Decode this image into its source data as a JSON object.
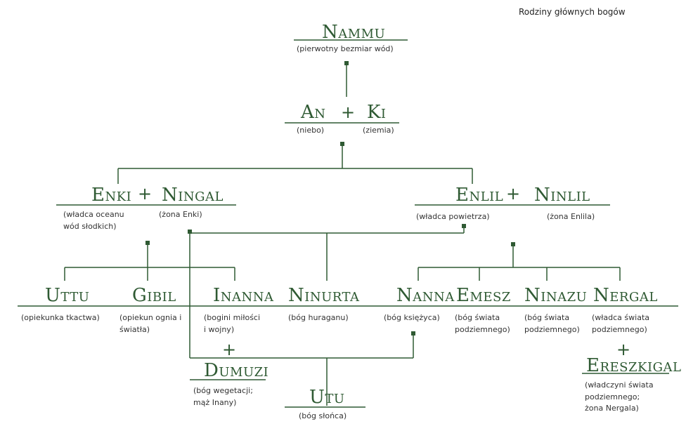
{
  "title": "Rodziny głównych bogów",
  "colors": {
    "line": "#2f5a33",
    "name": "#2f5a33",
    "desc": "#333333"
  },
  "plus": "+",
  "nodes": {
    "nammu": {
      "name": "Nammu",
      "desc": [
        "(pierwotny bezmiar wód)"
      ]
    },
    "an": {
      "name": "An",
      "desc": [
        "(niebo)"
      ]
    },
    "ki": {
      "name": "Ki",
      "desc": [
        "(ziemia)"
      ]
    },
    "enki": {
      "name": "Enki",
      "desc": [
        "(władca oceanu",
        "wód słodkich)"
      ]
    },
    "ningal": {
      "name": "Ningal",
      "desc": [
        "(żona Enki)"
      ]
    },
    "enlil": {
      "name": "Enlil",
      "desc": [
        "(władca powietrza)"
      ]
    },
    "ninlil": {
      "name": "Ninlil",
      "desc": [
        "(żona Enlila)"
      ]
    },
    "uttu": {
      "name": "Uttu",
      "desc": [
        "(opiekunka tkactwa)"
      ]
    },
    "gibil": {
      "name": "Gibil",
      "desc": [
        "(opiekun ognia i",
        "światła)"
      ]
    },
    "inanna": {
      "name": "Inanna",
      "desc": [
        "(bogini miłości",
        "i wojny)"
      ]
    },
    "ninurta": {
      "name": "Ninurta",
      "desc": [
        "(bóg huraganu)"
      ]
    },
    "nanna": {
      "name": "Nanna",
      "desc": [
        "(bóg księżyca)"
      ]
    },
    "emesz": {
      "name": "Emesz",
      "desc": [
        "(bóg świata",
        "podziemnego)"
      ]
    },
    "ninazu": {
      "name": "Ninazu",
      "desc": [
        "(bóg świata",
        "podziemnego)"
      ]
    },
    "nergal": {
      "name": "Nergal",
      "desc": [
        "(władca świata",
        "podziemnego)"
      ]
    },
    "dumuzi": {
      "name": "Dumuzi",
      "desc": [
        "(bóg wegetacji;",
        "mąż Inany)"
      ]
    },
    "utu": {
      "name": "Utu",
      "desc": [
        "(bóg słońca)"
      ]
    },
    "ereszkigal": {
      "name": "Ereszkigal",
      "desc": [
        "(władczyni świata",
        "podziemnego;",
        "żona Nergala)"
      ]
    }
  }
}
